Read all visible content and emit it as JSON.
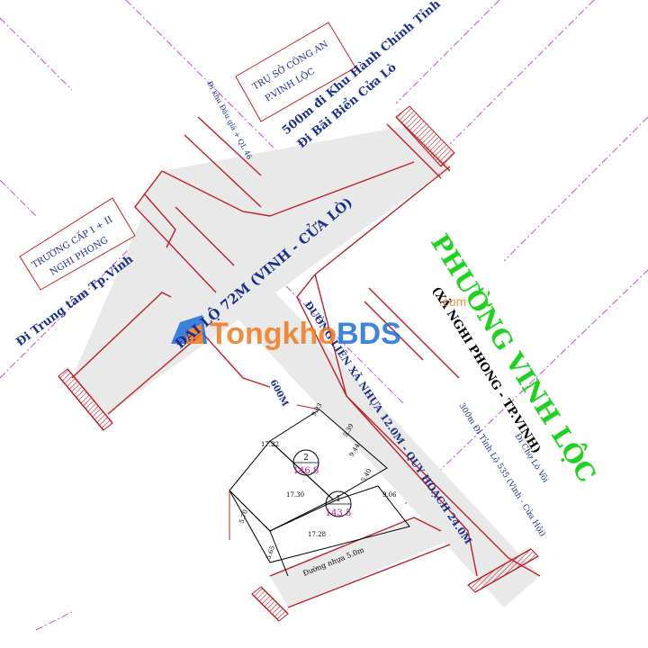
{
  "colors": {
    "road_outline": "#c0202a",
    "grid_dash": "#c050c8",
    "label_blue": "#1b2f8c",
    "label_green": "#1fd21f",
    "label_red": "#d01020",
    "area_magenta": "#c0139a",
    "watermark_orange": "#f07a1f",
    "watermark_blue": "#1e6fd6"
  },
  "labels": {
    "police": [
      "TRỤ SỞ CÔNG AN",
      "P.VINH LỘC"
    ],
    "school": [
      "TRƯỜNG CẤP I + II",
      "NGHI PHONG"
    ],
    "to_admin": "500m đi Khu Hành Chính Tỉnh",
    "to_beach": "Đi Bãi Biển Cửa Lò",
    "to_auction": "Đi khu Đấu giá + QL 46",
    "to_center": "Đi Trung tâm Tp.Vinh",
    "main_road": "ĐẠI LỘ 72M (VINH - CỬA LÒ)",
    "commune_road": "ĐƯỜNG LIÊN XÃ NHỰA 12.0M - QUY HOẠCH 24.0M",
    "ward": "PHƯỜNG VINH LỘC",
    "old_commune": "(XÃ NGHI PHONG - TP.VINH)",
    "to_market": "Đi Chợ Lò Vôi",
    "to_tl535": "300m Đi Tỉnh Lộ 535 (Vinh - Cửa Hội)",
    "alley": "Đường nhựa 5.0m",
    "distance_600": "600M"
  },
  "lots": [
    {
      "number": "2",
      "area": "146.8"
    },
    {
      "number": "1",
      "area": "143.5"
    }
  ],
  "dimensions": {
    "d993": "9.93",
    "d539": "5.39",
    "d1722": "17.22",
    "d944": "9.44",
    "d540": "5.40",
    "d1730": "17.30",
    "d906": "9.06",
    "d570": "5.70",
    "d1728": "17.28",
    "d565": "5.65"
  },
  "watermark": {
    "brand_orange": "Tongkho",
    "brand_blue": "BDS",
    "suffix": ".com"
  }
}
